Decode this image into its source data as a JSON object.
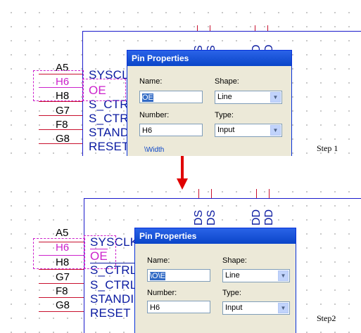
{
  "steps": [
    {
      "label": "Step 1",
      "pins": [
        {
          "number": "A5",
          "name": "SYSCL",
          "selected": false
        },
        {
          "number": "H6",
          "name": "OE",
          "selected": true
        },
        {
          "number": "H8",
          "name": "S_CTR",
          "selected": false
        },
        {
          "number": "G7",
          "name": "S_CTR",
          "selected": false
        },
        {
          "number": "F8",
          "name": "STAND",
          "selected": false
        },
        {
          "number": "G8",
          "name": "RESET",
          "selected": false
        }
      ],
      "top_labels": [
        "S",
        "S",
        "D",
        "D"
      ],
      "dialog": {
        "title": "Pin Properties",
        "name_label": "Name:",
        "name_value": "OE",
        "shape_label": "Shape:",
        "shape_value": "Line",
        "number_label": "Number:",
        "number_value": "H6",
        "type_label": "Type:",
        "type_value": "Input",
        "partial_label": "\\Width"
      }
    },
    {
      "label": "Step2",
      "pins": [
        {
          "number": "A5",
          "name": "SYSCLK",
          "selected": false
        },
        {
          "number": "H6",
          "name": "OE",
          "selected": true
        },
        {
          "number": "H8",
          "name": "S_CTRL",
          "selected": false
        },
        {
          "number": "G7",
          "name": "S_CTRL",
          "selected": false
        },
        {
          "number": "F8",
          "name": "STANDI",
          "selected": false
        },
        {
          "number": "G8",
          "name": "RESET",
          "selected": false
        }
      ],
      "top_labels": [
        "DS",
        "DS",
        "DD",
        "DD"
      ],
      "dialog": {
        "title": "Pin Properties",
        "name_label": "Name:",
        "name_value": "\\O\\E",
        "shape_label": "Shape:",
        "shape_value": "Line",
        "number_label": "Number:",
        "number_value": "H6",
        "type_label": "Type:",
        "type_value": "Input"
      }
    }
  ],
  "icons": {
    "arrow": "down-arrow-icon",
    "dropdown": "chevron-down-icon"
  },
  "colors": {
    "wire": "#c8102e",
    "pin_name": "#0a1aa0",
    "selected": "#cc22cc",
    "dialog_title": "#0a45c8",
    "arrow": "#e00000"
  }
}
